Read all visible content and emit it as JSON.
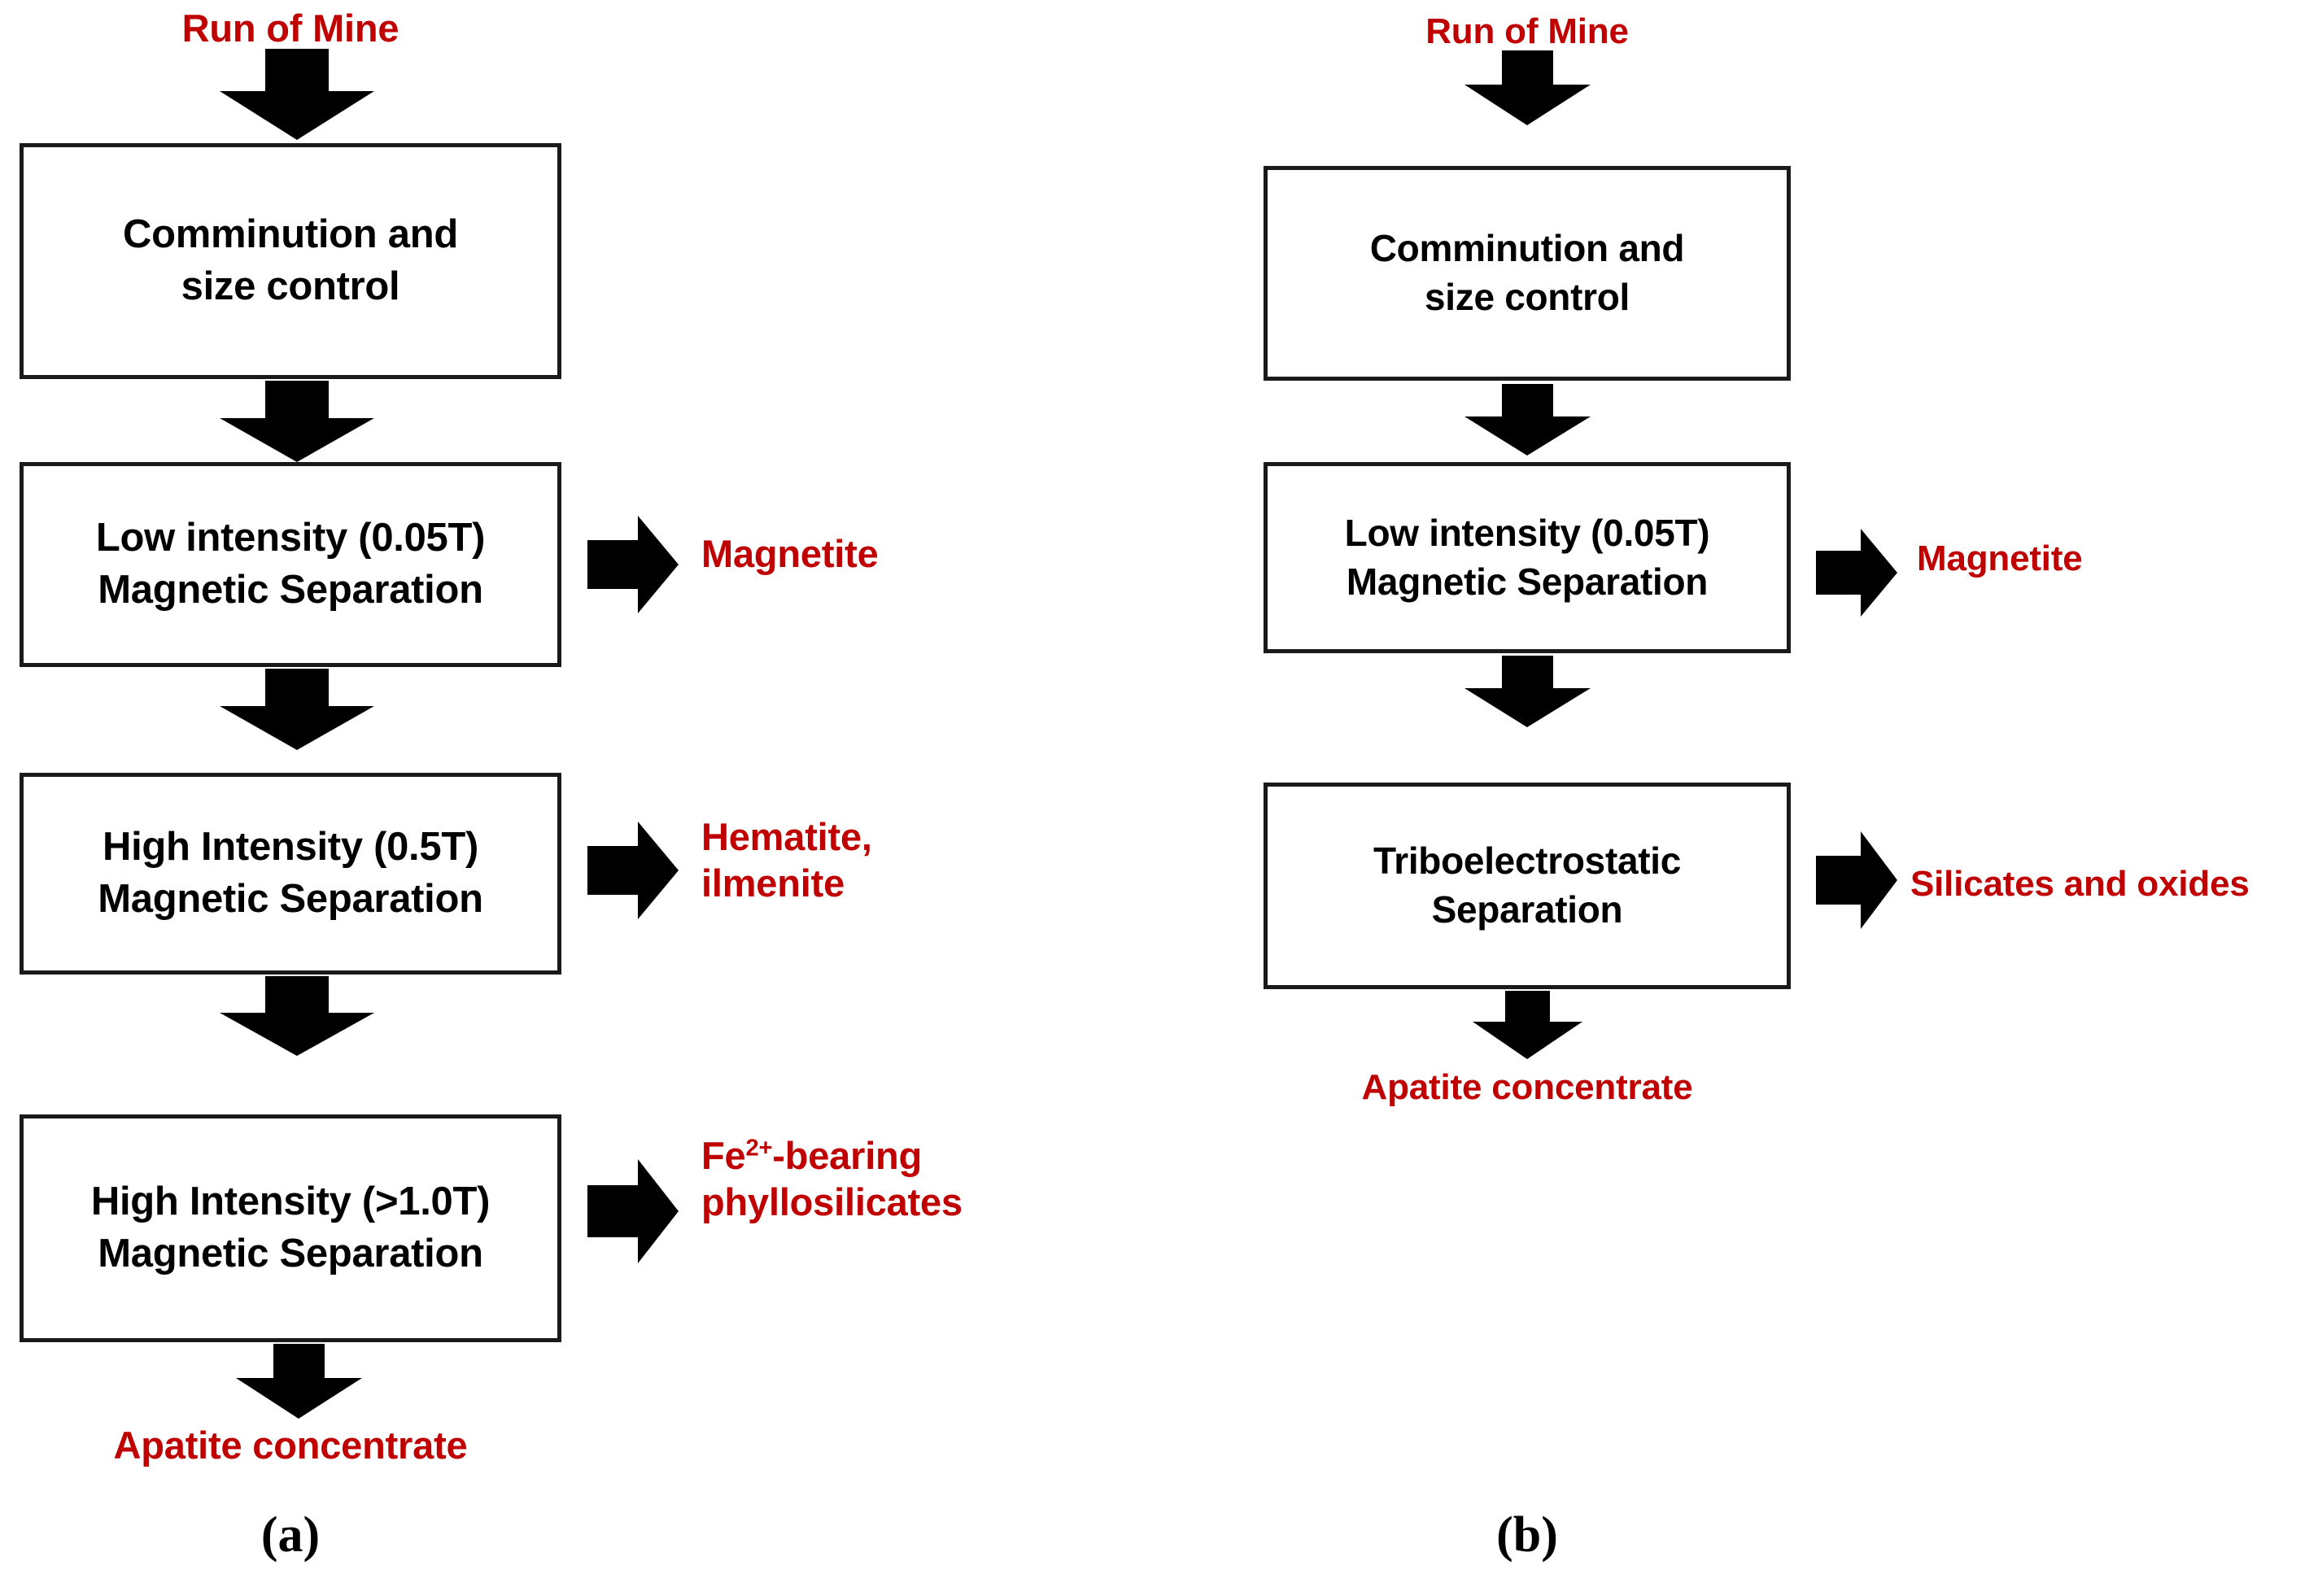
{
  "figure": {
    "type": "process-flow-diagram",
    "colors": {
      "stream_label_red": "#C00000",
      "box_border_black": "#1A1A1A",
      "box_fill_white": "#FFFFFF",
      "arrow_black": "#000000"
    }
  },
  "panels": [
    {
      "id": "a",
      "caption": "(a)",
      "feed_label": "Run of Mine",
      "steps": [
        {
          "id": "comminution",
          "label": "Comminution and\nsize control",
          "product": null
        },
        {
          "id": "lims",
          "label": "Low intensity (0.05T)\nMagnetic Separation",
          "product": "Magnetite"
        },
        {
          "id": "whims-05",
          "label": "High Intensity (0.5T)\nMagnetic Separation",
          "product": "Hematite,\nilmenite"
        },
        {
          "id": "whims-10",
          "label": "High Intensity (>1.0T)\nMagnetic Separation",
          "product_html": "Fe<sup>2+</sup>-bearing<br>phyllosilicates",
          "product": "Fe2+-bearing phyllosilicates"
        }
      ],
      "final_product": "Apatite concentrate"
    },
    {
      "id": "b",
      "caption": "(b)",
      "feed_label": "Run of Mine",
      "steps": [
        {
          "id": "comminution",
          "label": "Comminution and\nsize control",
          "product": null
        },
        {
          "id": "lims",
          "label": "Low intensity (0.05T)\nMagnetic Separation",
          "product": "Magnetite"
        },
        {
          "id": "tribo",
          "label": "Triboelectrostatic\nSeparation",
          "product": "Silicates and oxides"
        }
      ],
      "final_product": "Apatite concentrate"
    }
  ]
}
